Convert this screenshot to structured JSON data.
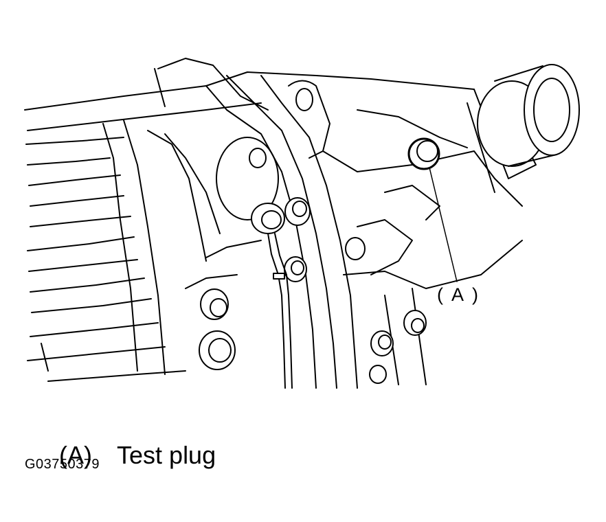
{
  "diagram": {
    "callout": {
      "label": "( A )",
      "target": "test-plug"
    },
    "legend": {
      "key": "(A)",
      "text": "Test plug"
    },
    "figure_id": "G03750379",
    "colors": {
      "ink": "#000000",
      "background": "#ffffff"
    }
  }
}
